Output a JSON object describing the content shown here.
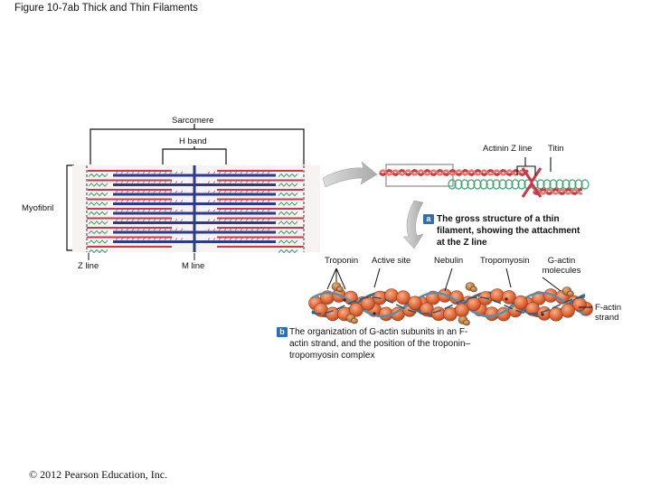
{
  "title": "Figure 10-7ab  Thick and Thin Filaments",
  "labels": {
    "sarcomere": "Sarcomere",
    "h_band": "H band",
    "actinin_z_line": "Actinin Z line",
    "titin": "Titin",
    "myofibril": "Myofibril",
    "z_line": "Z line",
    "m_line": "M line",
    "troponin": "Troponin",
    "active_site": "Active site",
    "nebulin": "Nebulin",
    "tropomyosin": "Tropomyosin",
    "g_actin": "G-actin molecules",
    "f_actin": "F-actin strand"
  },
  "captions": {
    "a": {
      "letter": "a",
      "text": "The gross structure of a thin filament, showing the attachment at the Z line"
    },
    "b": {
      "letter": "b",
      "text": "The organization of G-actin subunits in an F-actin strand, and the position of the troponin–tropomyosin complex"
    }
  },
  "copyright": "© 2012 Pearson Education, Inc.",
  "colors": {
    "thin_filament": "#c9384a",
    "thick_filament": "#2b3b8f",
    "titin": "#3aa571",
    "actin_bead": "#e06a3c",
    "tropomyosin": "#3d6f8a",
    "troponin": "#b5733a",
    "badge": "#2f6fb0"
  }
}
